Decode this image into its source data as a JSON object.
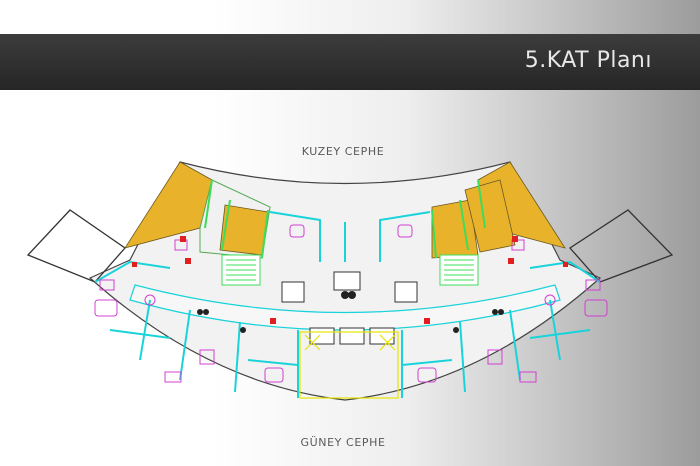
{
  "header": {
    "title": "5.KAT Planı"
  },
  "plan": {
    "north_label": "KUZEY CEPHE",
    "south_label": "GÜNEY CEPHE"
  },
  "colors": {
    "title_bar": "#2e2e2e",
    "wall_cyan": "#19d3da",
    "wall_green": "#3ddc5a",
    "furniture_magenta": "#d040d0",
    "zone_orange": "#e8b22a",
    "accent_red": "#e02020",
    "yellow_line": "#e6e600"
  }
}
